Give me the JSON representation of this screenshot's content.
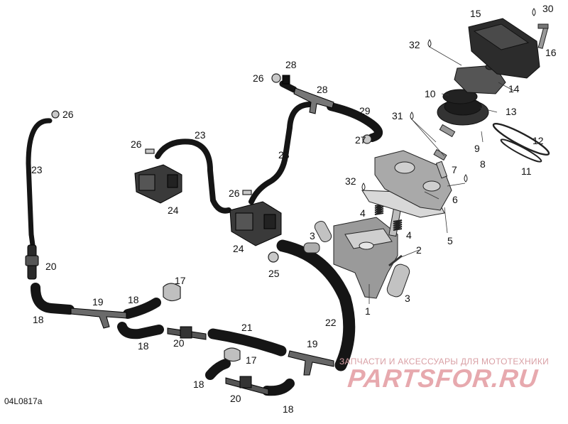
{
  "diagram": {
    "code": "04L0817a",
    "watermark": {
      "tagline": "ЗАПЧАСТИ И АКСЕССУАРЫ ДЛЯ МОТОТЕХНИКИ",
      "logo": "PARTSFOR.RU"
    },
    "callouts": [
      "1",
      "2",
      "3",
      "3",
      "4",
      "4",
      "5",
      "6",
      "7",
      "8",
      "9",
      "10",
      "11",
      "12",
      "13",
      "14",
      "15",
      "16",
      "17",
      "17",
      "18",
      "18",
      "18",
      "18",
      "18",
      "19",
      "19",
      "20",
      "20",
      "20",
      "21",
      "22",
      "23",
      "23",
      "23",
      "24",
      "24",
      "25",
      "26",
      "26",
      "26",
      "26",
      "27",
      "28",
      "28",
      "29",
      "30",
      "31",
      "32",
      "32"
    ]
  }
}
